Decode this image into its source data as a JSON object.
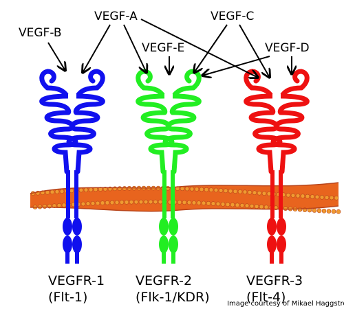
{
  "ligands": {
    "vegf_a": "VEGF-A",
    "vegf_b": "VEGF-B",
    "vegf_c": "VEGF-C",
    "vegf_d": "VEGF-D",
    "vegf_e": "VEGF-E"
  },
  "receptors": [
    {
      "name": "VEGFR-1",
      "alias": "(Flt-1)",
      "color": "#1010ee"
    },
    {
      "name": "VEGFR-2",
      "alias": "(Flk-1/KDR)",
      "color": "#22ee22"
    },
    {
      "name": "VEGFR-3",
      "alias": "(Flt-4)",
      "color": "#ee1111"
    }
  ],
  "membrane": {
    "color": "#e8641e",
    "bead_color": "#f09a30"
  },
  "credit": "Image courtesy of Mikael Haggstrom"
}
